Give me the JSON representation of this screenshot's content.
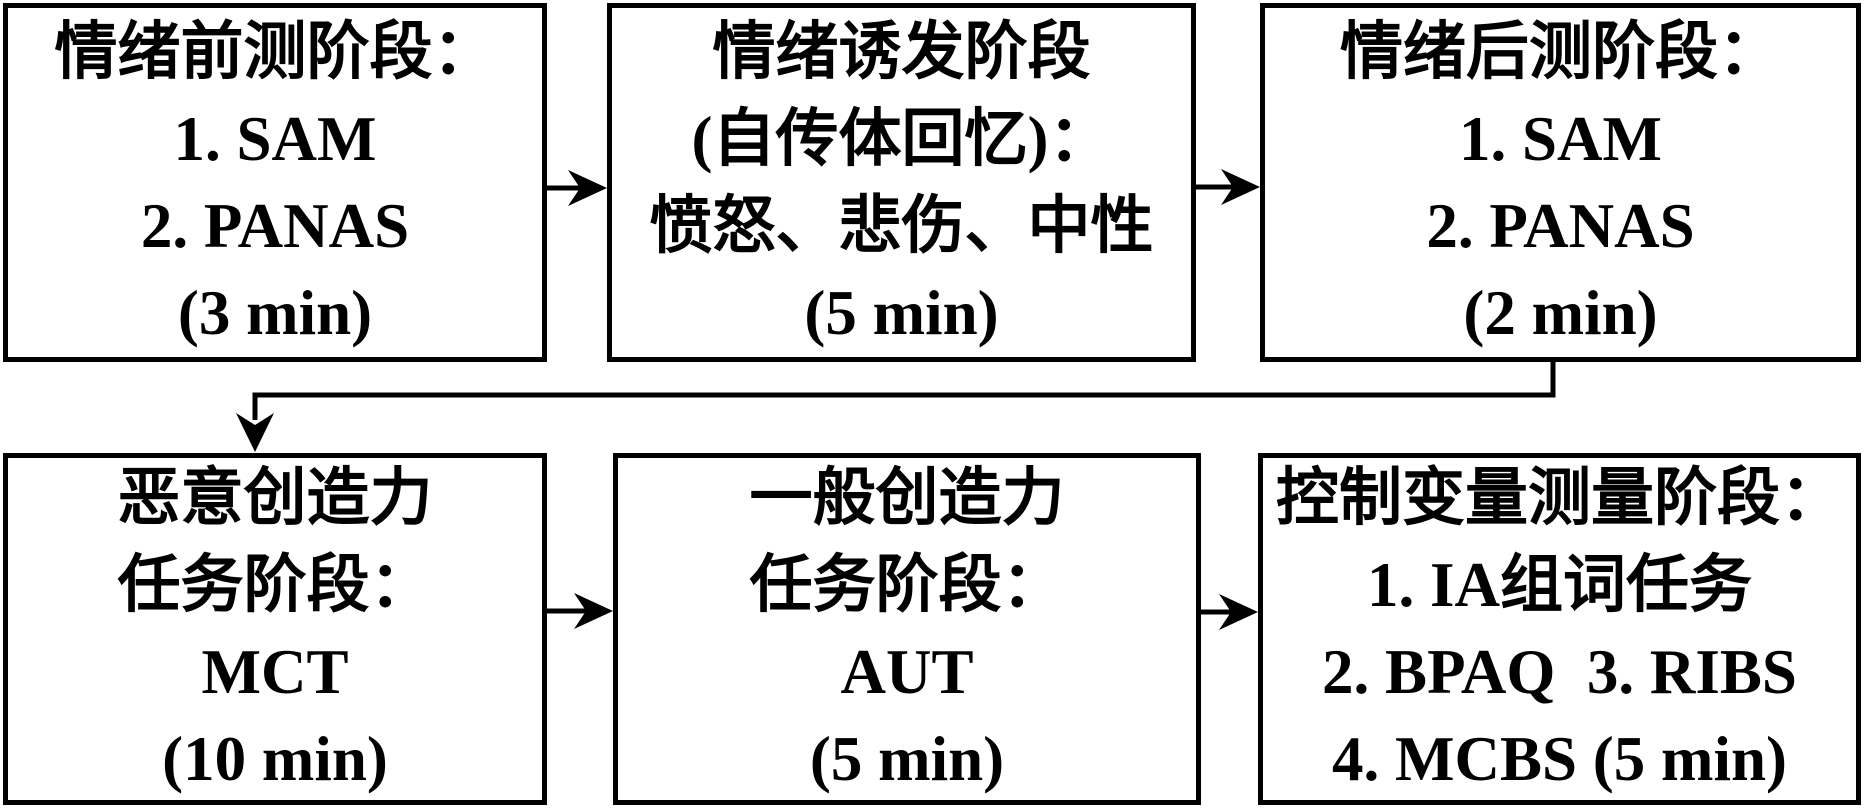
{
  "figure": {
    "type": "flowchart",
    "colors": {
      "background": "#ffffff",
      "line": "#000000",
      "text": "#000000"
    }
  },
  "diagram": {
    "boxes": [
      {
        "id": "emotion-pretest",
        "lines": [
          "情绪前测阶段：",
          "1. SAM",
          "2. PANAS",
          "(3 min)"
        ]
      },
      {
        "id": "emotion-induction",
        "lines": [
          "情绪诱发阶段",
          "(自传体回忆)：",
          "愤怒、悲伤、中性",
          "(5 min)"
        ]
      },
      {
        "id": "emotion-posttest",
        "lines": [
          "情绪后测阶段：",
          "1. SAM",
          "2. PANAS",
          "(2 min)"
        ]
      },
      {
        "id": "malevolent-creativity-task",
        "lines": [
          "恶意创造力",
          "任务阶段：",
          "MCT",
          "(10 min)"
        ]
      },
      {
        "id": "general-creativity-task",
        "lines": [
          "一般创造力",
          "任务阶段：",
          "AUT",
          "(5 min)"
        ]
      },
      {
        "id": "control-variable-measures",
        "lines": [
          "控制变量测量阶段：",
          "1. IA组词任务",
          "2. BPAQ  3. RIBS",
          "4. MCBS (5 min)"
        ]
      }
    ],
    "connections": [
      {
        "from": "emotion-pretest",
        "to": "emotion-induction",
        "style": "straight-arrow"
      },
      {
        "from": "emotion-induction",
        "to": "emotion-posttest",
        "style": "straight-arrow"
      },
      {
        "from": "emotion-posttest",
        "to": "malevolent-creativity-task",
        "style": "elbow-arrow"
      },
      {
        "from": "malevolent-creativity-task",
        "to": "general-creativity-task",
        "style": "straight-arrow"
      },
      {
        "from": "general-creativity-task",
        "to": "control-variable-measures",
        "style": "straight-arrow"
      }
    ]
  }
}
